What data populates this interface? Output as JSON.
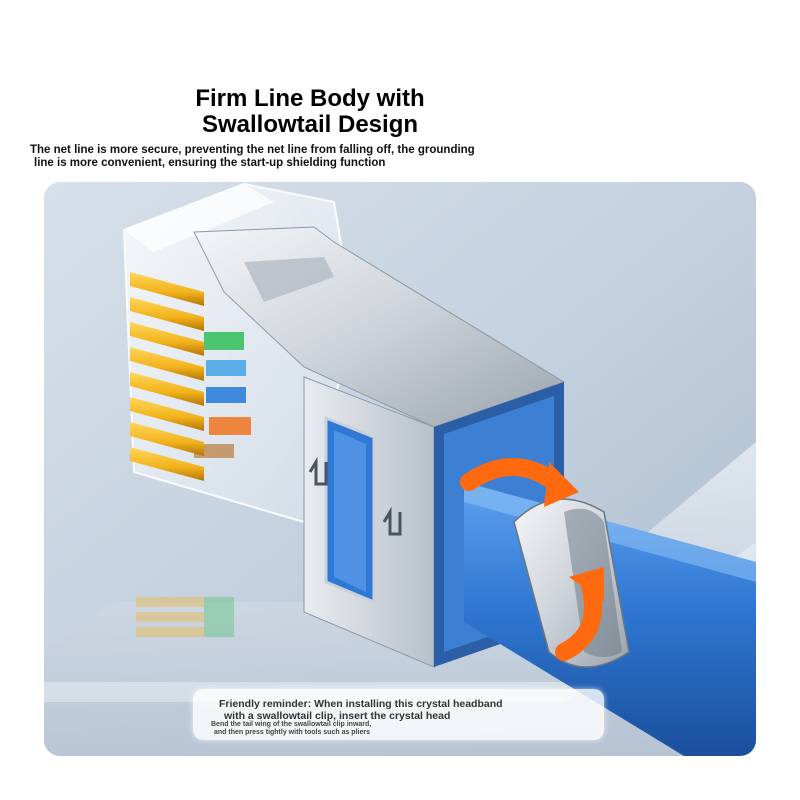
{
  "heading": {
    "line1": "Firm Line Body with",
    "line2": "Swallowtail Design"
  },
  "description": {
    "line1": "The net line is more secure, preventing the net line from falling off, the grounding",
    "line2": "line is more convenient, ensuring the start-up shielding function"
  },
  "reminder": {
    "line1": "Friendly reminder: When installing this crystal headband",
    "line2": "with a swallowtail clip, insert the crystal head",
    "line3": "Bend the tail wing of the swallowtail clip inward,",
    "line4": "and then press tightly with tools such as pliers"
  },
  "colors": {
    "background": "#ffffff",
    "photo_bg": "#b9c8da",
    "cable": "#2f78d4",
    "arrow": "#ff6a10",
    "pins": "#f2b21b",
    "shield": "#d9dde2"
  }
}
